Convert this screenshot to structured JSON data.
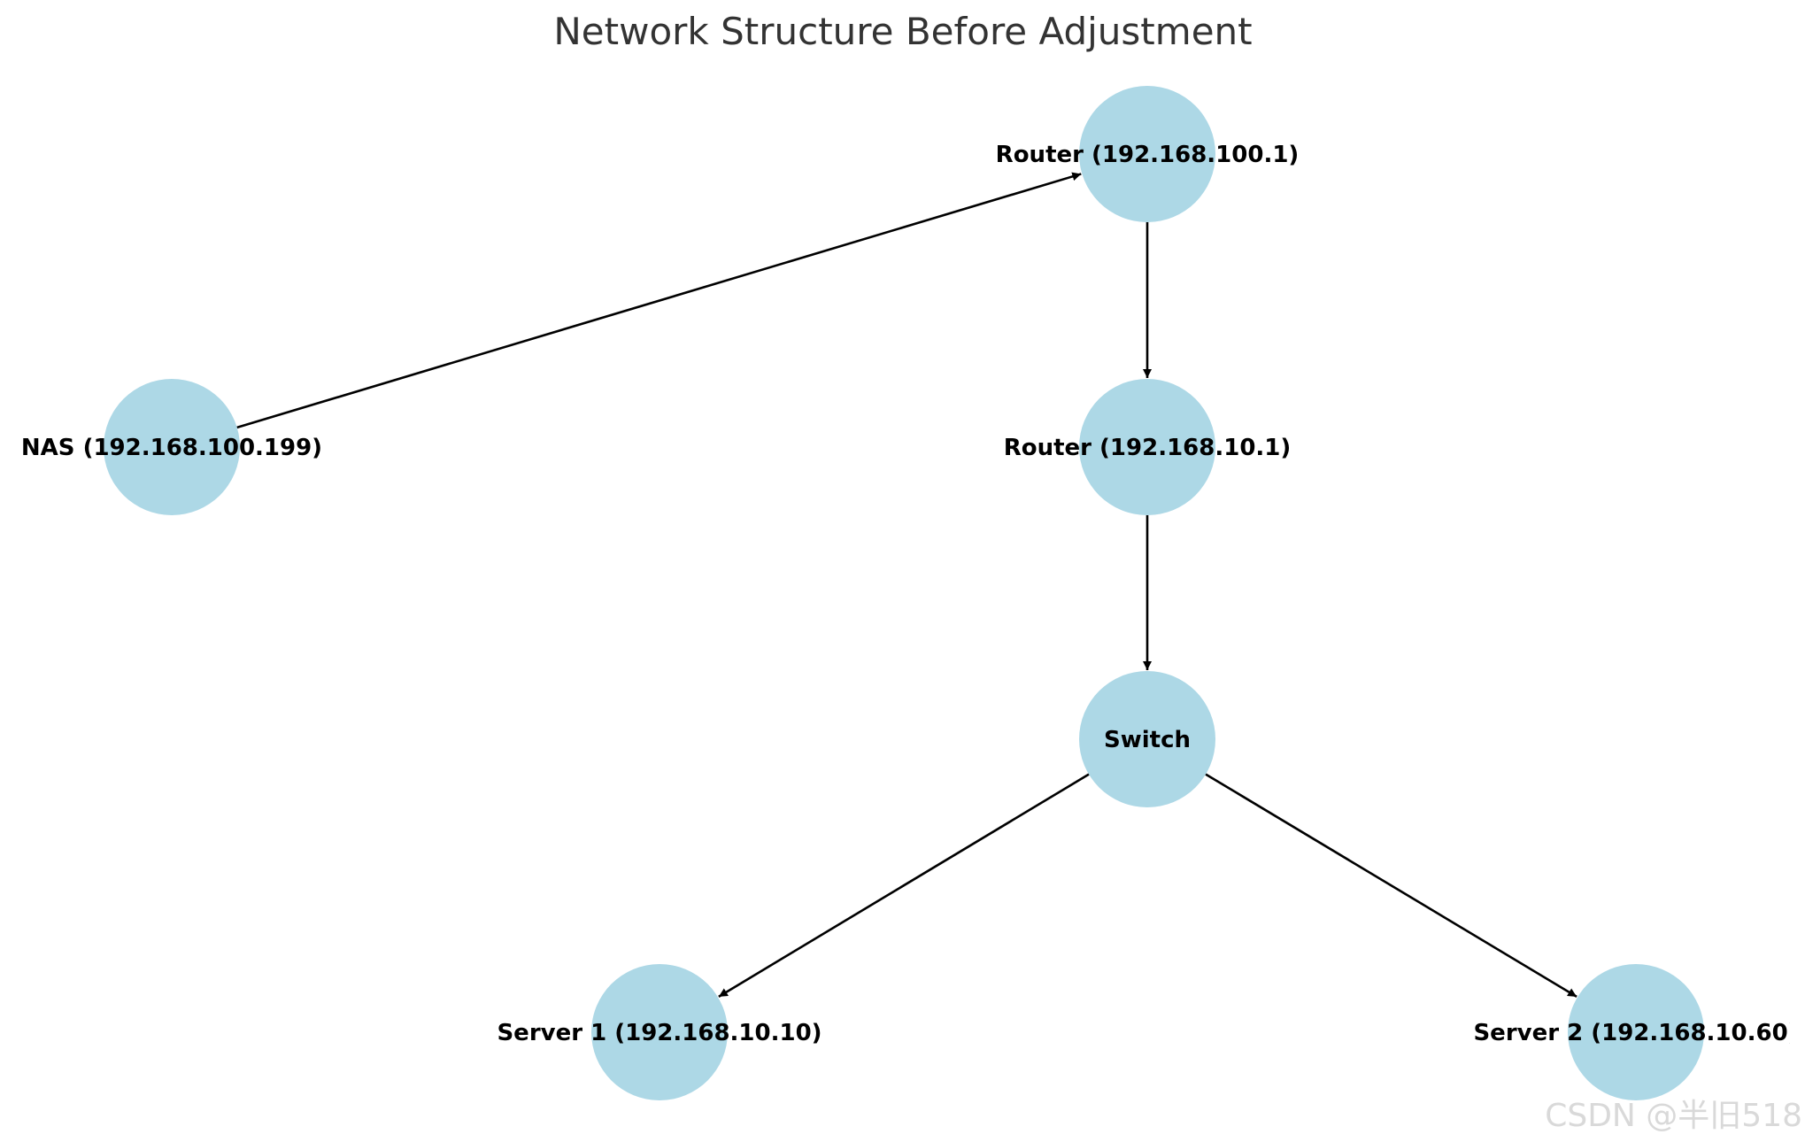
{
  "diagram": {
    "title": "Network Structure Before Adjustment",
    "colors": {
      "node_fill": "#ADD8E6",
      "edge": "#000000",
      "label": "#000000",
      "title": "#333333",
      "watermark": "#d9d9d9"
    },
    "nodes": [
      {
        "id": "router-100",
        "label": "Router (192.168.100.1)"
      },
      {
        "id": "router-10",
        "label": "Router (192.168.10.1)"
      },
      {
        "id": "nas",
        "label": "NAS (192.168.100.199)"
      },
      {
        "id": "switch",
        "label": "Switch"
      },
      {
        "id": "server-1",
        "label": "Server 1 (192.168.10.10)"
      },
      {
        "id": "server-2",
        "label": "Server 2 (192.168.10.60)"
      }
    ],
    "edges": [
      {
        "from": "nas",
        "to": "router-100"
      },
      {
        "from": "router-100",
        "to": "router-10"
      },
      {
        "from": "router-10",
        "to": "switch"
      },
      {
        "from": "switch",
        "to": "server-1"
      },
      {
        "from": "switch",
        "to": "server-2"
      }
    ]
  },
  "watermark": "CSDN @半旧518"
}
